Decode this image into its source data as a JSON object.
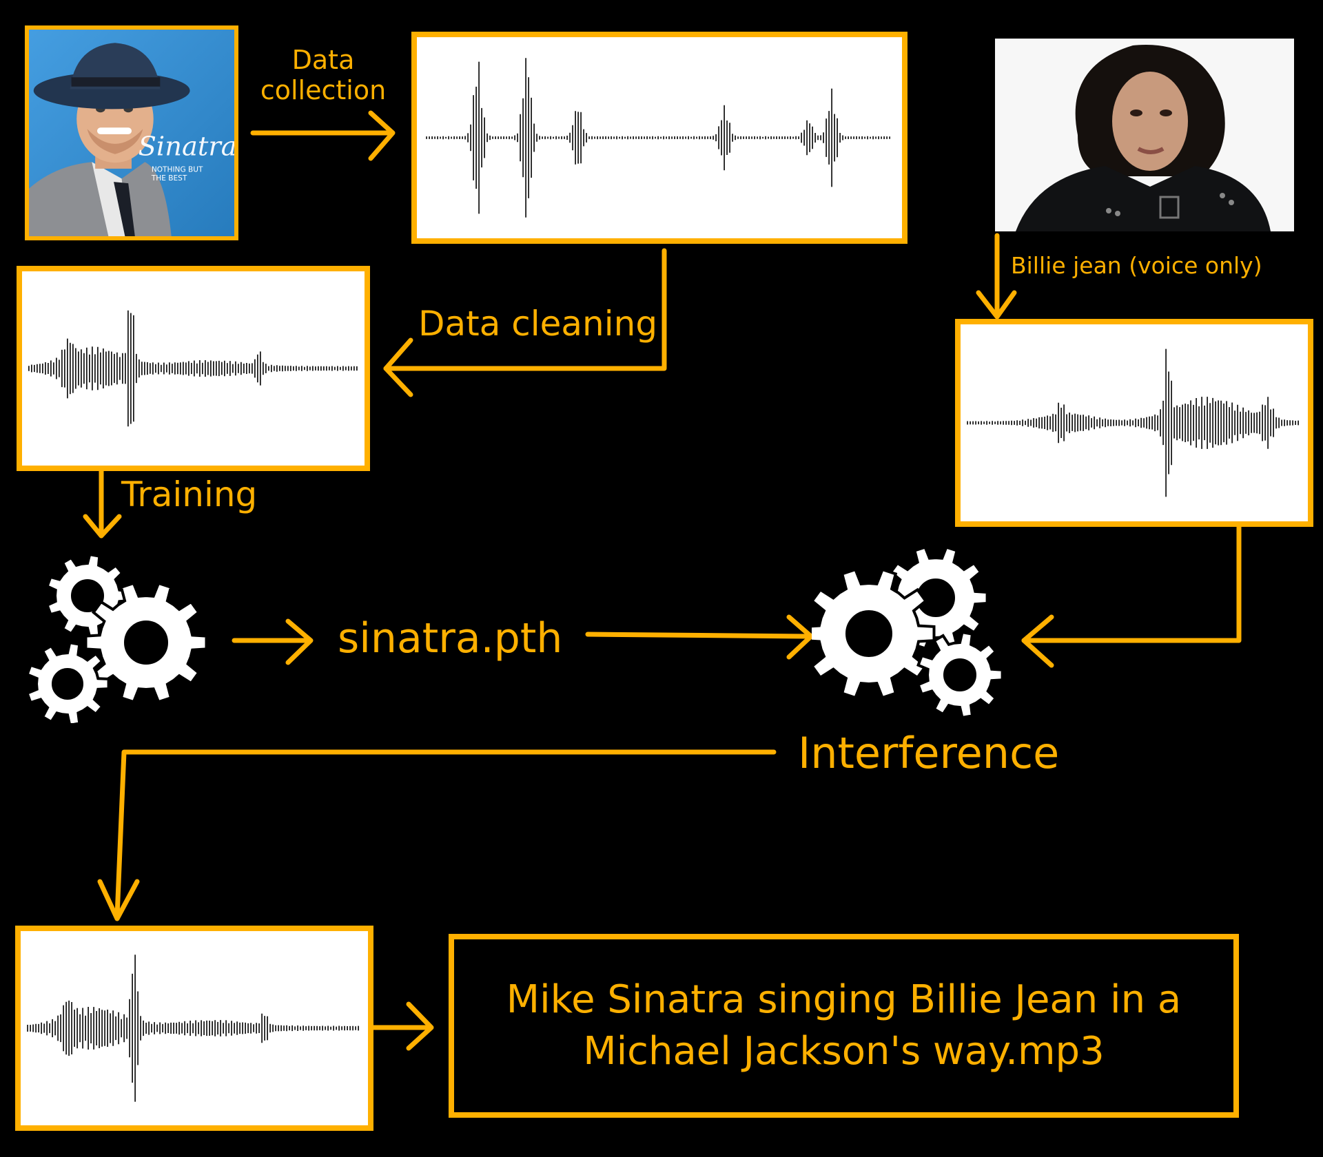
{
  "labels": {
    "data_collection": "Data\ncollection",
    "data_cleaning": "Data cleaning",
    "billie_jean": "Billie jean (voice only)",
    "training": "Training",
    "model_file": "sinatra.pth",
    "interference": "Interference",
    "result": "Mike Sinatra singing Billie Jean in a\nMichael Jackson's way.mp3"
  },
  "album": {
    "signature": "Sinatra",
    "subtitle_line1": "NOTHING BUT",
    "subtitle_line2": "THE BEST"
  },
  "colors": {
    "accent": "#FFB000",
    "background": "#000000",
    "waveform": "#000000",
    "album_blue": "#2E8BD0"
  },
  "icons": [
    "gears-icon",
    "gears-icon",
    "arrow-right-icon",
    "arrow-down-icon",
    "arrow-left-icon"
  ]
}
